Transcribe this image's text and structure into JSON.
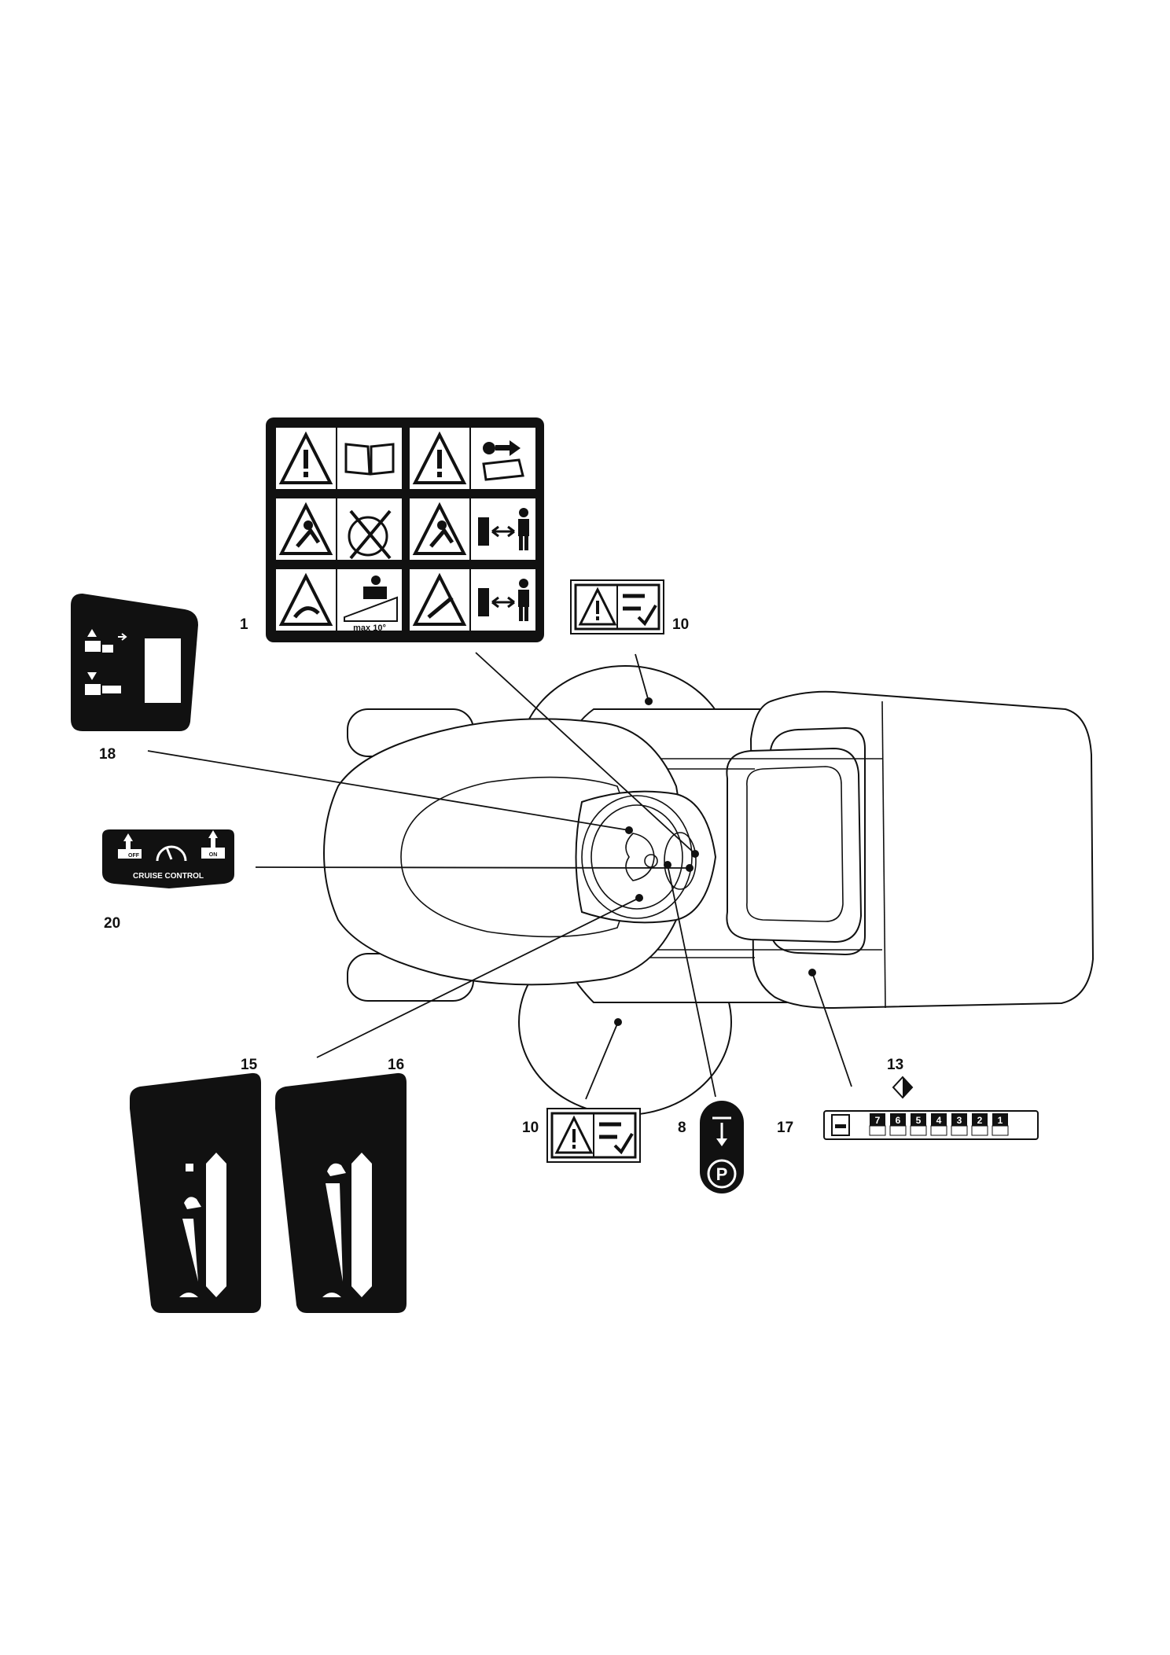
{
  "callouts": {
    "c1": "1",
    "c8": "8",
    "c10a": "10",
    "c10b": "10",
    "c13": "13",
    "c15": "15",
    "c16": "16",
    "c17": "17",
    "c18": "18",
    "c20": "20"
  },
  "decals": {
    "warning_slope": "max 10°",
    "cruise_control": "CRUISE CONTROL",
    "cruise_off": "OFF",
    "cruise_on": "ON",
    "parking": "P",
    "gears": [
      "7",
      "6",
      "5",
      "4",
      "3",
      "2",
      "1"
    ]
  },
  "colors": {
    "ink": "#111111",
    "paper": "#ffffff"
  }
}
